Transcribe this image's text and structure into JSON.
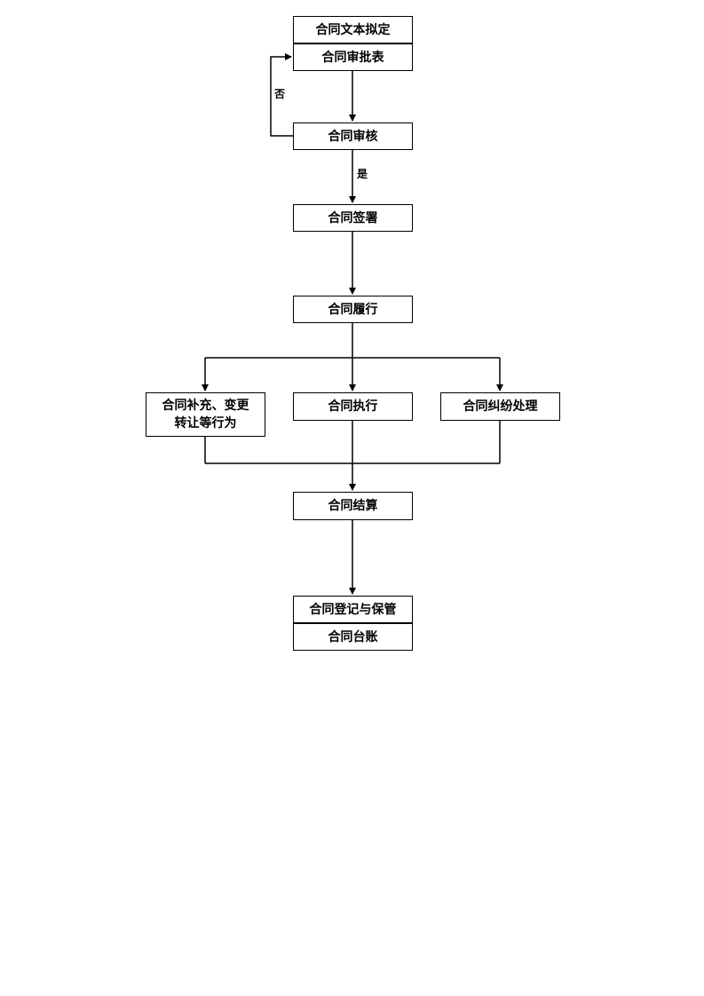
{
  "nodes": {
    "draft": "合同文本拟定",
    "approval_form": "合同审批表",
    "review": "合同审核",
    "signing": "合同签署",
    "performance": "合同履行",
    "supplement_line1": "合同补充、变更",
    "supplement_line2": "转让等行为",
    "execution": "合同执行",
    "dispute": "合同纠纷处理",
    "settlement": "合同结算",
    "registration": "合同登记与保管",
    "ledger": "合同台账"
  },
  "edge_labels": {
    "no": "否",
    "yes": "是"
  }
}
